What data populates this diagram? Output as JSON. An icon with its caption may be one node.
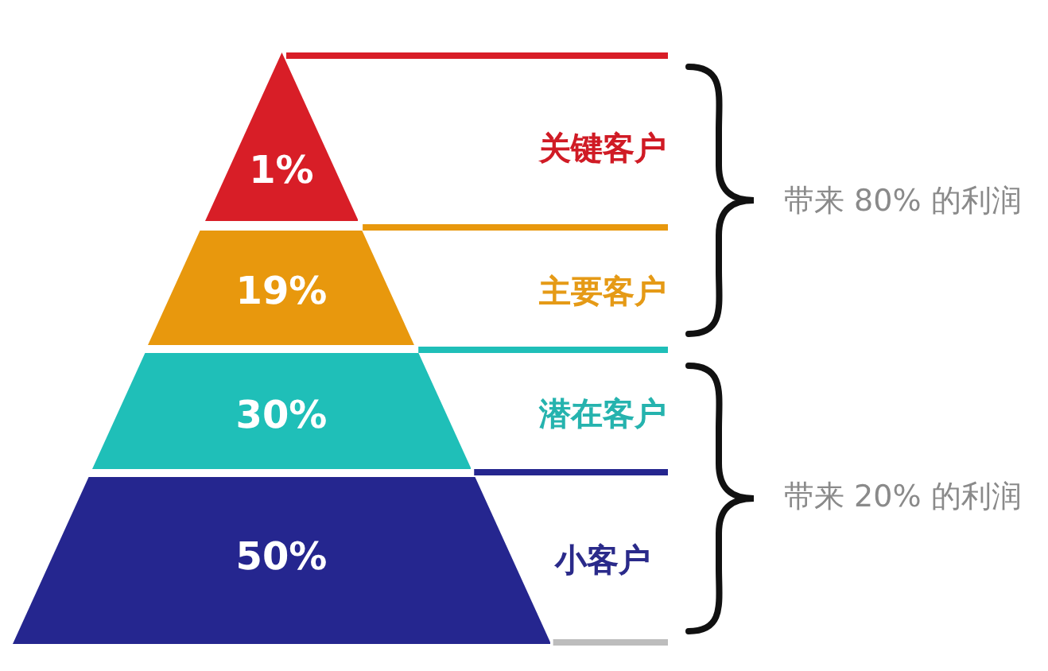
{
  "diagram": {
    "nodes": [
      {
        "text": [
          "1%"
        ]
      },
      {
        "text": [
          "19%"
        ]
      },
      {
        "text": [
          "30%"
        ]
      },
      {
        "text": [
          "50%"
        ]
      }
    ],
    "labels": [
      "关键客户",
      "带来 80% 的利润",
      "主要客户",
      "潜在客户",
      "带来 20% 的利润",
      "小客户"
    ]
  }
}
